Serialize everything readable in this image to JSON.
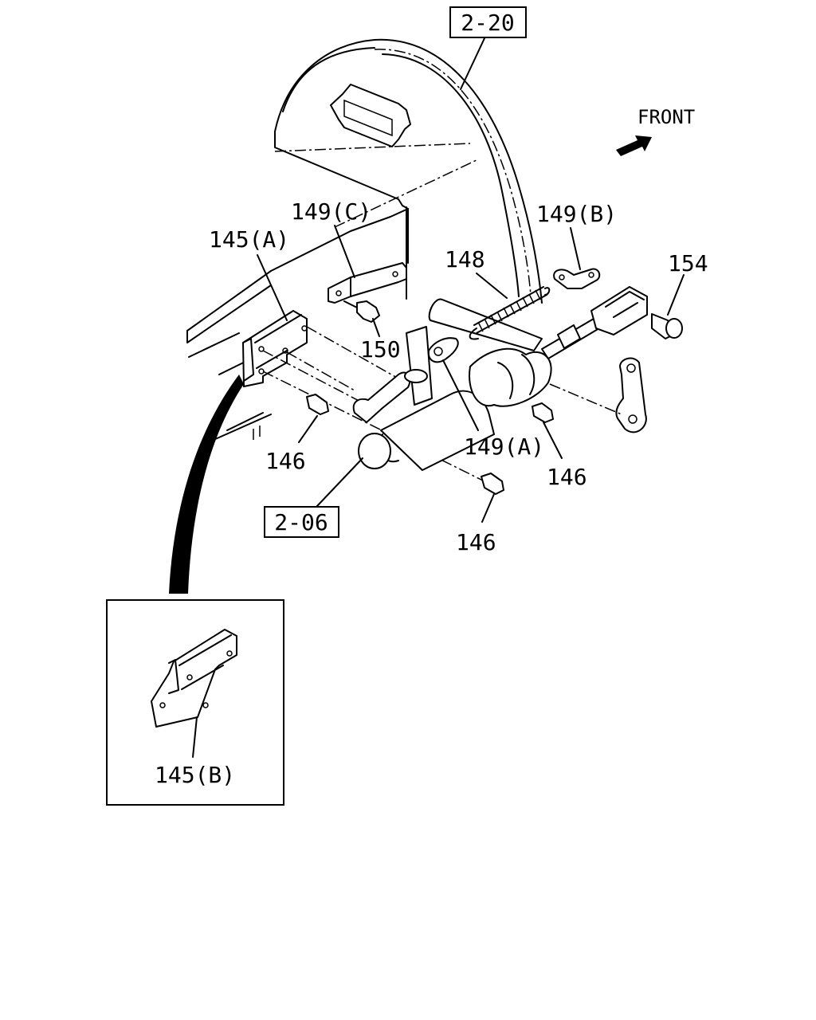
{
  "ref_labels": {
    "ref_2_20": "2-20",
    "ref_2_06": "2-06"
  },
  "direction": {
    "label": "FRONT",
    "icon": "arrow-icon"
  },
  "callouts": {
    "p149c": "149(C)",
    "p149b": "149(B)",
    "p145a": "145(A)",
    "p148": "148",
    "p154": "154",
    "p150": "150",
    "p149a": "149(A)",
    "p146_left": "146",
    "p146_right": "146",
    "p146_bottom": "146"
  },
  "inset": {
    "label": "145(B)"
  }
}
